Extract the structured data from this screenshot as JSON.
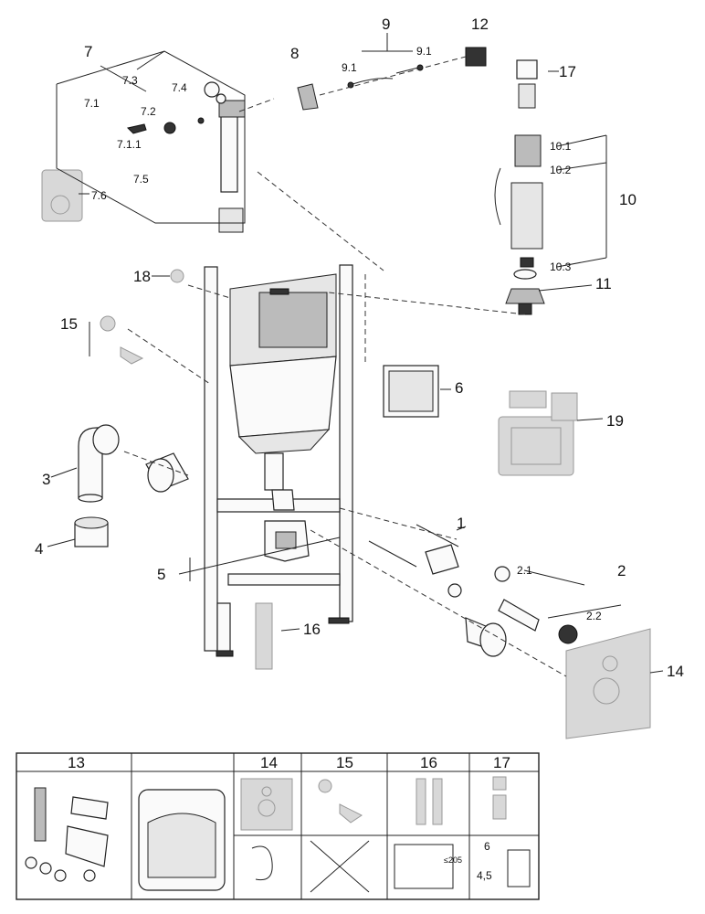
{
  "labels": {
    "l1": "1",
    "l2": "2",
    "l2_1": "2.1",
    "l2_2": "2.2",
    "l3": "3",
    "l4": "4",
    "l5": "5",
    "l6": "6",
    "l7": "7",
    "l7_1": "7.1",
    "l7_1_1": "7.1.1",
    "l7_2": "7.2",
    "l7_3": "7.3",
    "l7_4": "7.4",
    "l7_5": "7.5",
    "l7_6": "7.6",
    "l8": "8",
    "l9": "9",
    "l9_1a": "9.1",
    "l9_1b": "9.1",
    "l10": "10",
    "l10_1": "10.1",
    "l10_2": "10.2",
    "l10_3": "10.3",
    "l11": "11",
    "l12": "12",
    "l14": "14",
    "l15": "15",
    "l16": "16",
    "l17": "17",
    "l18": "18",
    "l19": "19"
  },
  "table": {
    "headers": [
      "13",
      "",
      "14",
      "15",
      "16",
      "17"
    ],
    "dim_205": "≤205",
    "flush_6": "6",
    "flush_45": "4,5"
  }
}
